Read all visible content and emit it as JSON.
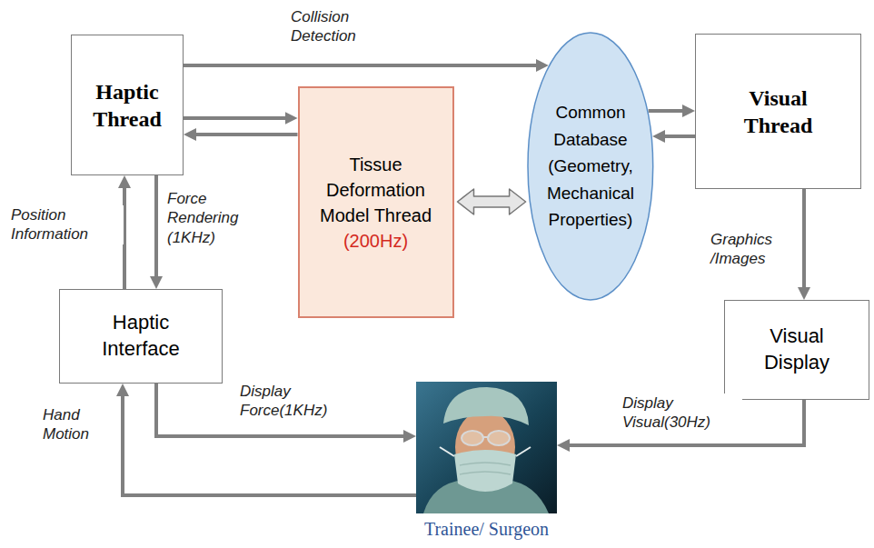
{
  "diagram": {
    "nodes": [
      {
        "text": [
          "Haptic Thread"
        ]
      },
      {
        "text": [
          "Tissue Deformation Model Thread",
          "(200Hz)"
        ]
      },
      {
        "text": [
          "Common Database (Geometry, Mechanical Properties)"
        ]
      },
      {
        "text": [
          "Visual Thread"
        ]
      },
      {
        "text": [
          "Haptic Interface"
        ]
      },
      {
        "text": [
          "Visual Display"
        ]
      },
      {
        "text": [
          "Trainee/ Surgeon"
        ]
      }
    ],
    "edges": [
      {
        "from": 0,
        "to": 2,
        "arrow": "to",
        "label": "Collision Detection"
      },
      {
        "from": 0,
        "to": 1,
        "arrow": "to"
      },
      {
        "from": 1,
        "to": 0,
        "arrow": "to"
      },
      {
        "from": 1,
        "to": 2,
        "arrow": "both"
      },
      {
        "from": 2,
        "to": 3,
        "arrow": "to"
      },
      {
        "from": 3,
        "to": 2,
        "arrow": "to"
      },
      {
        "from": 3,
        "to": 5,
        "arrow": "to",
        "label": "Graphics /Images"
      },
      {
        "from": 0,
        "to": 4,
        "arrow": "to",
        "label": "Force Rendering (1KHz)"
      },
      {
        "from": 4,
        "to": 0,
        "arrow": "to",
        "label": "Position Information"
      },
      {
        "from": 4,
        "to": 6,
        "arrow": "to",
        "label": "Display Force(1KHz)"
      },
      {
        "from": 5,
        "to": 6,
        "arrow": "to",
        "label": "Display Visual(30Hz)"
      },
      {
        "from": 6,
        "to": 4,
        "arrow": "to",
        "label": "Hand Motion"
      }
    ]
  }
}
